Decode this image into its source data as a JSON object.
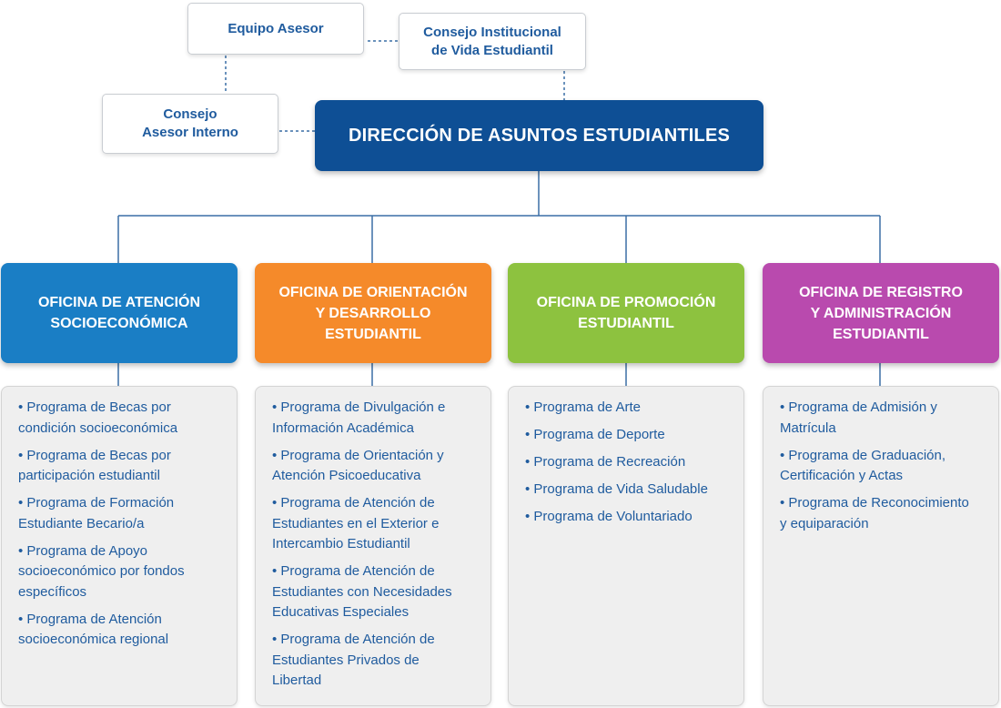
{
  "advisory": {
    "equipo_asesor": "Equipo Asesor",
    "consejo_institucional": "Consejo Institucional\nde Vida Estudiantil",
    "consejo_asesor_interno": "Consejo\nAsesor Interno"
  },
  "direction": {
    "title": "DIRECCIÓN DE ASUNTOS ESTUDIANTILES",
    "color": "#0e4f95"
  },
  "offices": [
    {
      "title": "OFICINA DE ATENCIÓN\nSOCIOECONÓMICA",
      "color": "#1a7ec5",
      "programs": [
        "• Programa de Becas por\ncondición socioeconómica",
        "• Programa de Becas por\nparticipación estudiantil",
        "• Programa de Formación\nEstudiante Becario/a",
        "• Programa de Apoyo\nsocioeconómico por fondos\nespecíficos",
        "• Programa de Atención\nsocioeconómica regional"
      ]
    },
    {
      "title": "OFICINA DE ORIENTACIÓN\nY DESARROLLO\nESTUDIANTIL",
      "color": "#f58a2a",
      "programs": [
        "• Programa de Divulgación e\nInformación Académica",
        "• Programa de Orientación y\nAtención Psicoeducativa",
        "• Programa de Atención de\nEstudiantes en el Exterior e\nIntercambio Estudiantil",
        "• Programa de Atención de\nEstudiantes con Necesidades\nEducativas Especiales",
        "• Programa de Atención de\nEstudiantes Privados de\nLibertad"
      ]
    },
    {
      "title": "OFICINA DE PROMOCIÓN\nESTUDIANTIL",
      "color": "#8dc23f",
      "programs": [
        "• Programa de Arte",
        "• Programa de Deporte",
        "• Programa de Recreación",
        "• Programa de Vida Saludable",
        "• Programa de Voluntariado"
      ]
    },
    {
      "title": "OFICINA DE REGISTRO\nY ADMINISTRACIÓN\nESTUDIANTIL",
      "color": "#b94aae",
      "programs": [
        "• Programa de Admisión y\nMatrícula",
        "• Programa de Graduación,\nCertificación y Actas",
        "• Programa de Reconocimiento\ny equiparación"
      ]
    }
  ]
}
